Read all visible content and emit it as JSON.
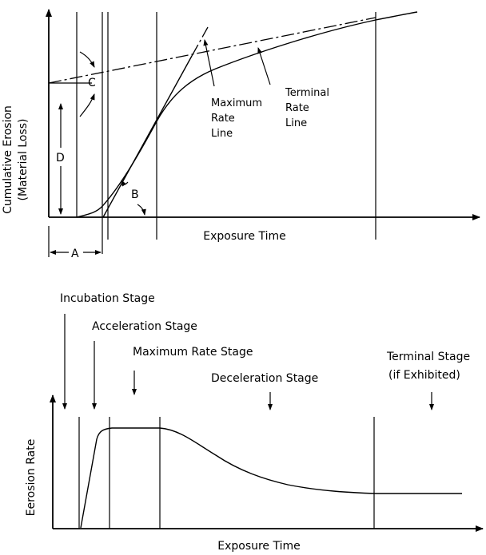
{
  "top": {
    "ylabel_line1": "Cumulative Erosion",
    "ylabel_line2": "(Material Loss)",
    "xlabel": "Exposure Time",
    "label_A": "A",
    "label_B": "B",
    "label_C": "C",
    "label_D": "D",
    "max_rate_line": [
      "Maximum",
      "Rate",
      "Line"
    ],
    "terminal_rate_line": [
      "Terminal",
      "Rate",
      "Line"
    ]
  },
  "bottom": {
    "ylabel": "Eerosion Rate",
    "xlabel": "Exposure Time",
    "stages": [
      "Incubation Stage",
      "Acceleration Stage",
      "Maximum Rate Stage",
      "Deceleration Stage",
      "Terminal Stage"
    ],
    "terminal_note": "(if Exhibited)"
  }
}
